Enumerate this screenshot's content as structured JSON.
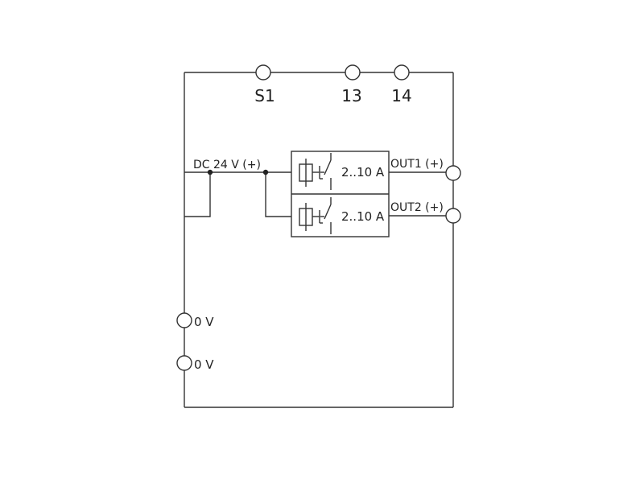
{
  "diagram": {
    "terminals_top": {
      "s1": "S1",
      "t13": "13",
      "t14": "14"
    },
    "supply_label": "DC 24 V (+)",
    "channels": [
      {
        "rating": "2..10 A",
        "output_label": "OUT1 (+)"
      },
      {
        "rating": "2..10 A",
        "output_label": "OUT2 (+)"
      }
    ],
    "ground_terminals": [
      "0 V",
      "0 V"
    ],
    "colors": {
      "line": "#333333",
      "background": "#ffffff"
    }
  }
}
